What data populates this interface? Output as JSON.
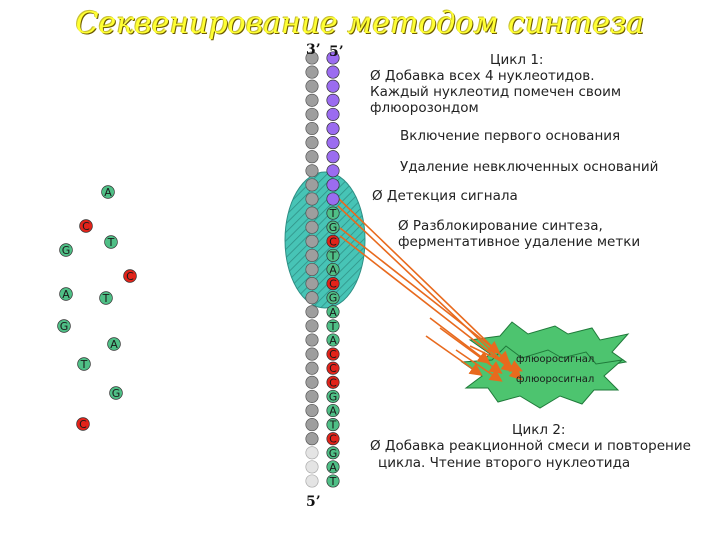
{
  "title": "Секвенирование методом синтеза",
  "labels": {
    "strand_top_left": "3’",
    "strand_top_right": "5’",
    "strand_bottom": "5’"
  },
  "steps": {
    "cycle1_heading": "Цикл 1:",
    "cycle1_line1": "Ø  Добавка всех 4 нуклеотидов.",
    "cycle1_line2": "Каждый нуклеотид помечен своим",
    "cycle1_line3": "флюорозондом",
    "include_first": "Включение первого основания",
    "remove_unincorporated": "Удаление невключенных оснований",
    "detection": "Ø Детекция сигнала",
    "unblock_line1": "Ø  Разблокирование синтеза,",
    "unblock_line2": "ферментативное удаление метки",
    "cycle2_heading": "Цикл 2:",
    "cycle2_line1": "Ø Добавка реакционной смеси и повторение",
    "cycle2_line2": "цикла. Чтение второго нуклеотида"
  },
  "signal": {
    "label_back": "флюоросигнал",
    "label_front": "флюоросигнал"
  },
  "colors": {
    "title": "#ffff33",
    "purple": "#9b6cf0",
    "grey": "#9e9e9e",
    "green": "#4fbf86",
    "red": "#e2231a",
    "zone": "#47c4b6",
    "arrow": "#e86a1e",
    "burst": "#4dc46f"
  },
  "right_strand": [
    {
      "base": "",
      "color": "purple"
    },
    {
      "base": "",
      "color": "purple"
    },
    {
      "base": "",
      "color": "purple"
    },
    {
      "base": "",
      "color": "purple"
    },
    {
      "base": "",
      "color": "purple"
    },
    {
      "base": "",
      "color": "purple"
    },
    {
      "base": "",
      "color": "purple"
    },
    {
      "base": "",
      "color": "purple"
    },
    {
      "base": "",
      "color": "purple"
    },
    {
      "base": "",
      "color": "purple"
    },
    {
      "base": "",
      "color": "purple"
    },
    {
      "base": "T",
      "color": "green"
    },
    {
      "base": "G",
      "color": "green"
    },
    {
      "base": "C",
      "color": "red"
    },
    {
      "base": "T",
      "color": "green"
    },
    {
      "base": "A",
      "color": "green"
    },
    {
      "base": "C",
      "color": "red"
    },
    {
      "base": "G",
      "color": "green"
    },
    {
      "base": "A",
      "color": "green"
    },
    {
      "base": "T",
      "color": "green"
    },
    {
      "base": "A",
      "color": "green"
    },
    {
      "base": "C",
      "color": "red"
    },
    {
      "base": "C",
      "color": "red"
    },
    {
      "base": "C",
      "color": "red"
    },
    {
      "base": "G",
      "color": "green"
    },
    {
      "base": "A",
      "color": "green"
    },
    {
      "base": "T",
      "color": "green"
    },
    {
      "base": "C",
      "color": "red"
    },
    {
      "base": "G",
      "color": "green"
    },
    {
      "base": "A",
      "color": "green"
    },
    {
      "base": "T",
      "color": "green"
    }
  ],
  "free_nucleotides": [
    {
      "base": "A",
      "color": "green"
    },
    {
      "base": "C",
      "color": "red"
    },
    {
      "base": "G",
      "color": "green"
    },
    {
      "base": "T",
      "color": "green"
    },
    {
      "base": "C",
      "color": "red"
    },
    {
      "base": "A",
      "color": "green"
    },
    {
      "base": "T",
      "color": "green"
    },
    {
      "base": "G",
      "color": "green"
    },
    {
      "base": "A",
      "color": "green"
    },
    {
      "base": "T",
      "color": "green"
    },
    {
      "base": "G",
      "color": "green"
    },
    {
      "base": "C",
      "color": "red"
    }
  ]
}
